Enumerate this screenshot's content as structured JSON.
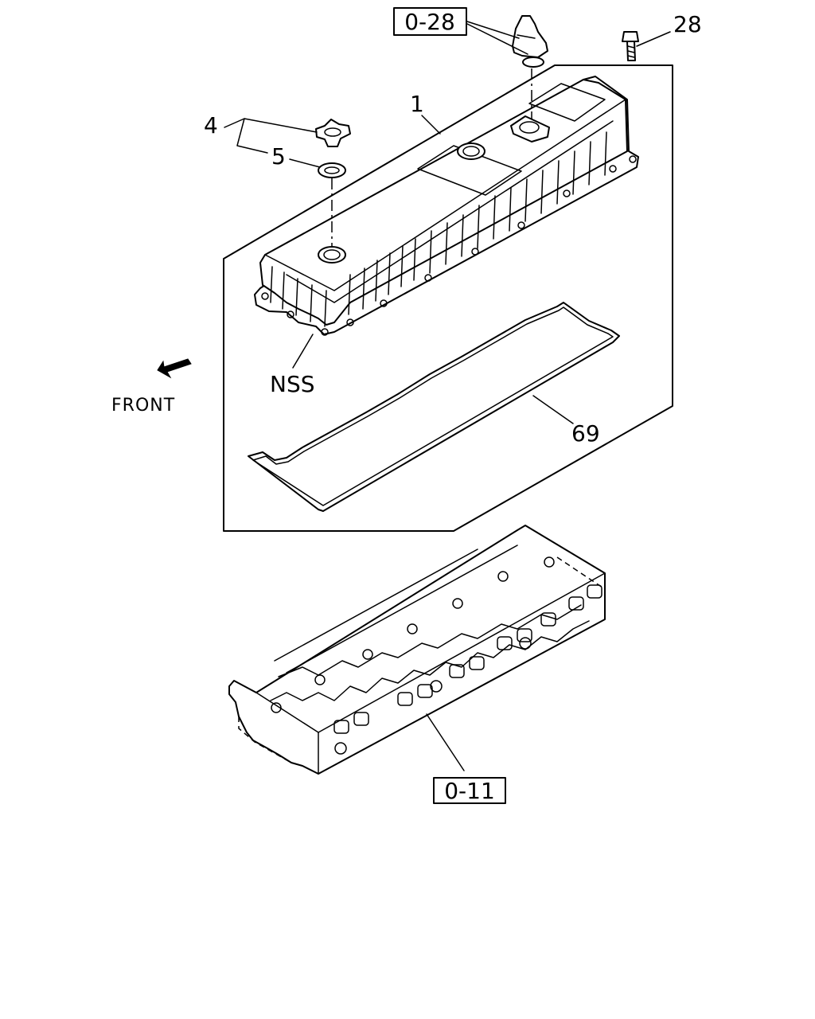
{
  "labels": {
    "ref_top": "0-28",
    "part_28": "28",
    "part_1": "1",
    "part_4": "4",
    "part_5": "5",
    "nss": "NSS",
    "front": "FRONT",
    "part_69": "69",
    "ref_bottom": "0-11"
  },
  "icons": {
    "front_arrow": "arrow-down-left-icon"
  }
}
